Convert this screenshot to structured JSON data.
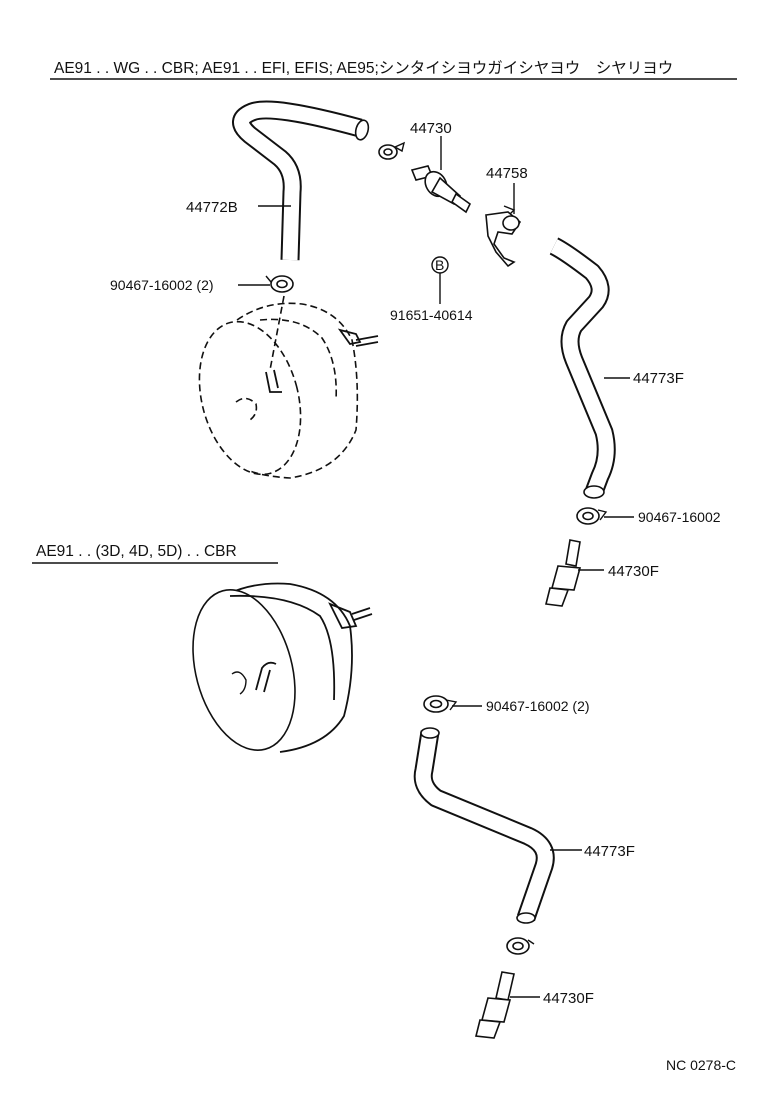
{
  "headers": {
    "top": "AE91 . . WG . . CBR; AE91 . . EFI, EFIS; AE95;シンタイシヨウガイシヤヨウ　シヤリヨウ",
    "middle": "AE91 . . (3D, 4D, 5D) . . CBR"
  },
  "labels": {
    "hose_44772b": "44772B",
    "valve_44730": "44730",
    "bracket_44758": "44758",
    "clamp_left": "90467-16002 (2)",
    "bolt_marker": "B",
    "bolt_part": "91651-40614",
    "hose_44773f_upper": "44773F",
    "clamp_right": "90467-16002",
    "valve_44730f_upper": "44730F",
    "clamp_lower": "90467-16002 (2)",
    "hose_44773f_lower": "44773F",
    "valve_44730f_lower": "44730F"
  },
  "footer": {
    "code": "NC 0278-C"
  }
}
